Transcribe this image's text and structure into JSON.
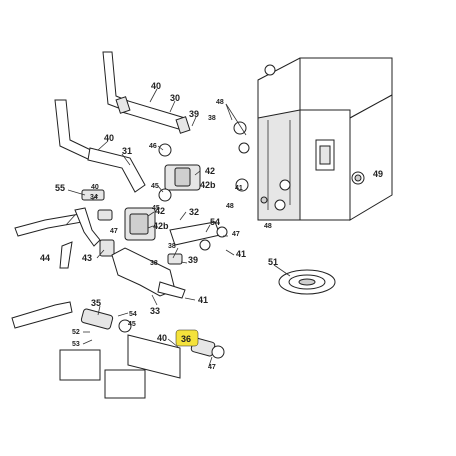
{
  "callouts": {
    "c40a": "40",
    "c30": "30",
    "c39": "39",
    "c38a": "38",
    "c48a": "48",
    "c40b": "40",
    "c31": "31",
    "c46": "46",
    "c42a": "42",
    "c45a": "45",
    "c42b_top": "42b",
    "c55": "55",
    "c40c": "40",
    "c34": "34",
    "c47a": "47",
    "c45b": "45",
    "c42c": "42",
    "c42b_bot": "42b",
    "c44": "44",
    "c43": "43",
    "c32": "32",
    "c38b": "38",
    "c38c": "38",
    "c54a": "54",
    "c47b": "47",
    "c41a": "41",
    "c48b": "48",
    "c49": "49",
    "c41b": "41",
    "c48c": "48",
    "c51": "51",
    "c39b": "39",
    "c35": "35",
    "c54b": "54",
    "c45c": "45",
    "c52": "52",
    "c53": "53",
    "c33": "33",
    "c41c": "41",
    "c40d": "40",
    "c36": "36",
    "c47c": "47"
  },
  "highlight": {
    "part": "36",
    "color": "#f4e23b"
  }
}
